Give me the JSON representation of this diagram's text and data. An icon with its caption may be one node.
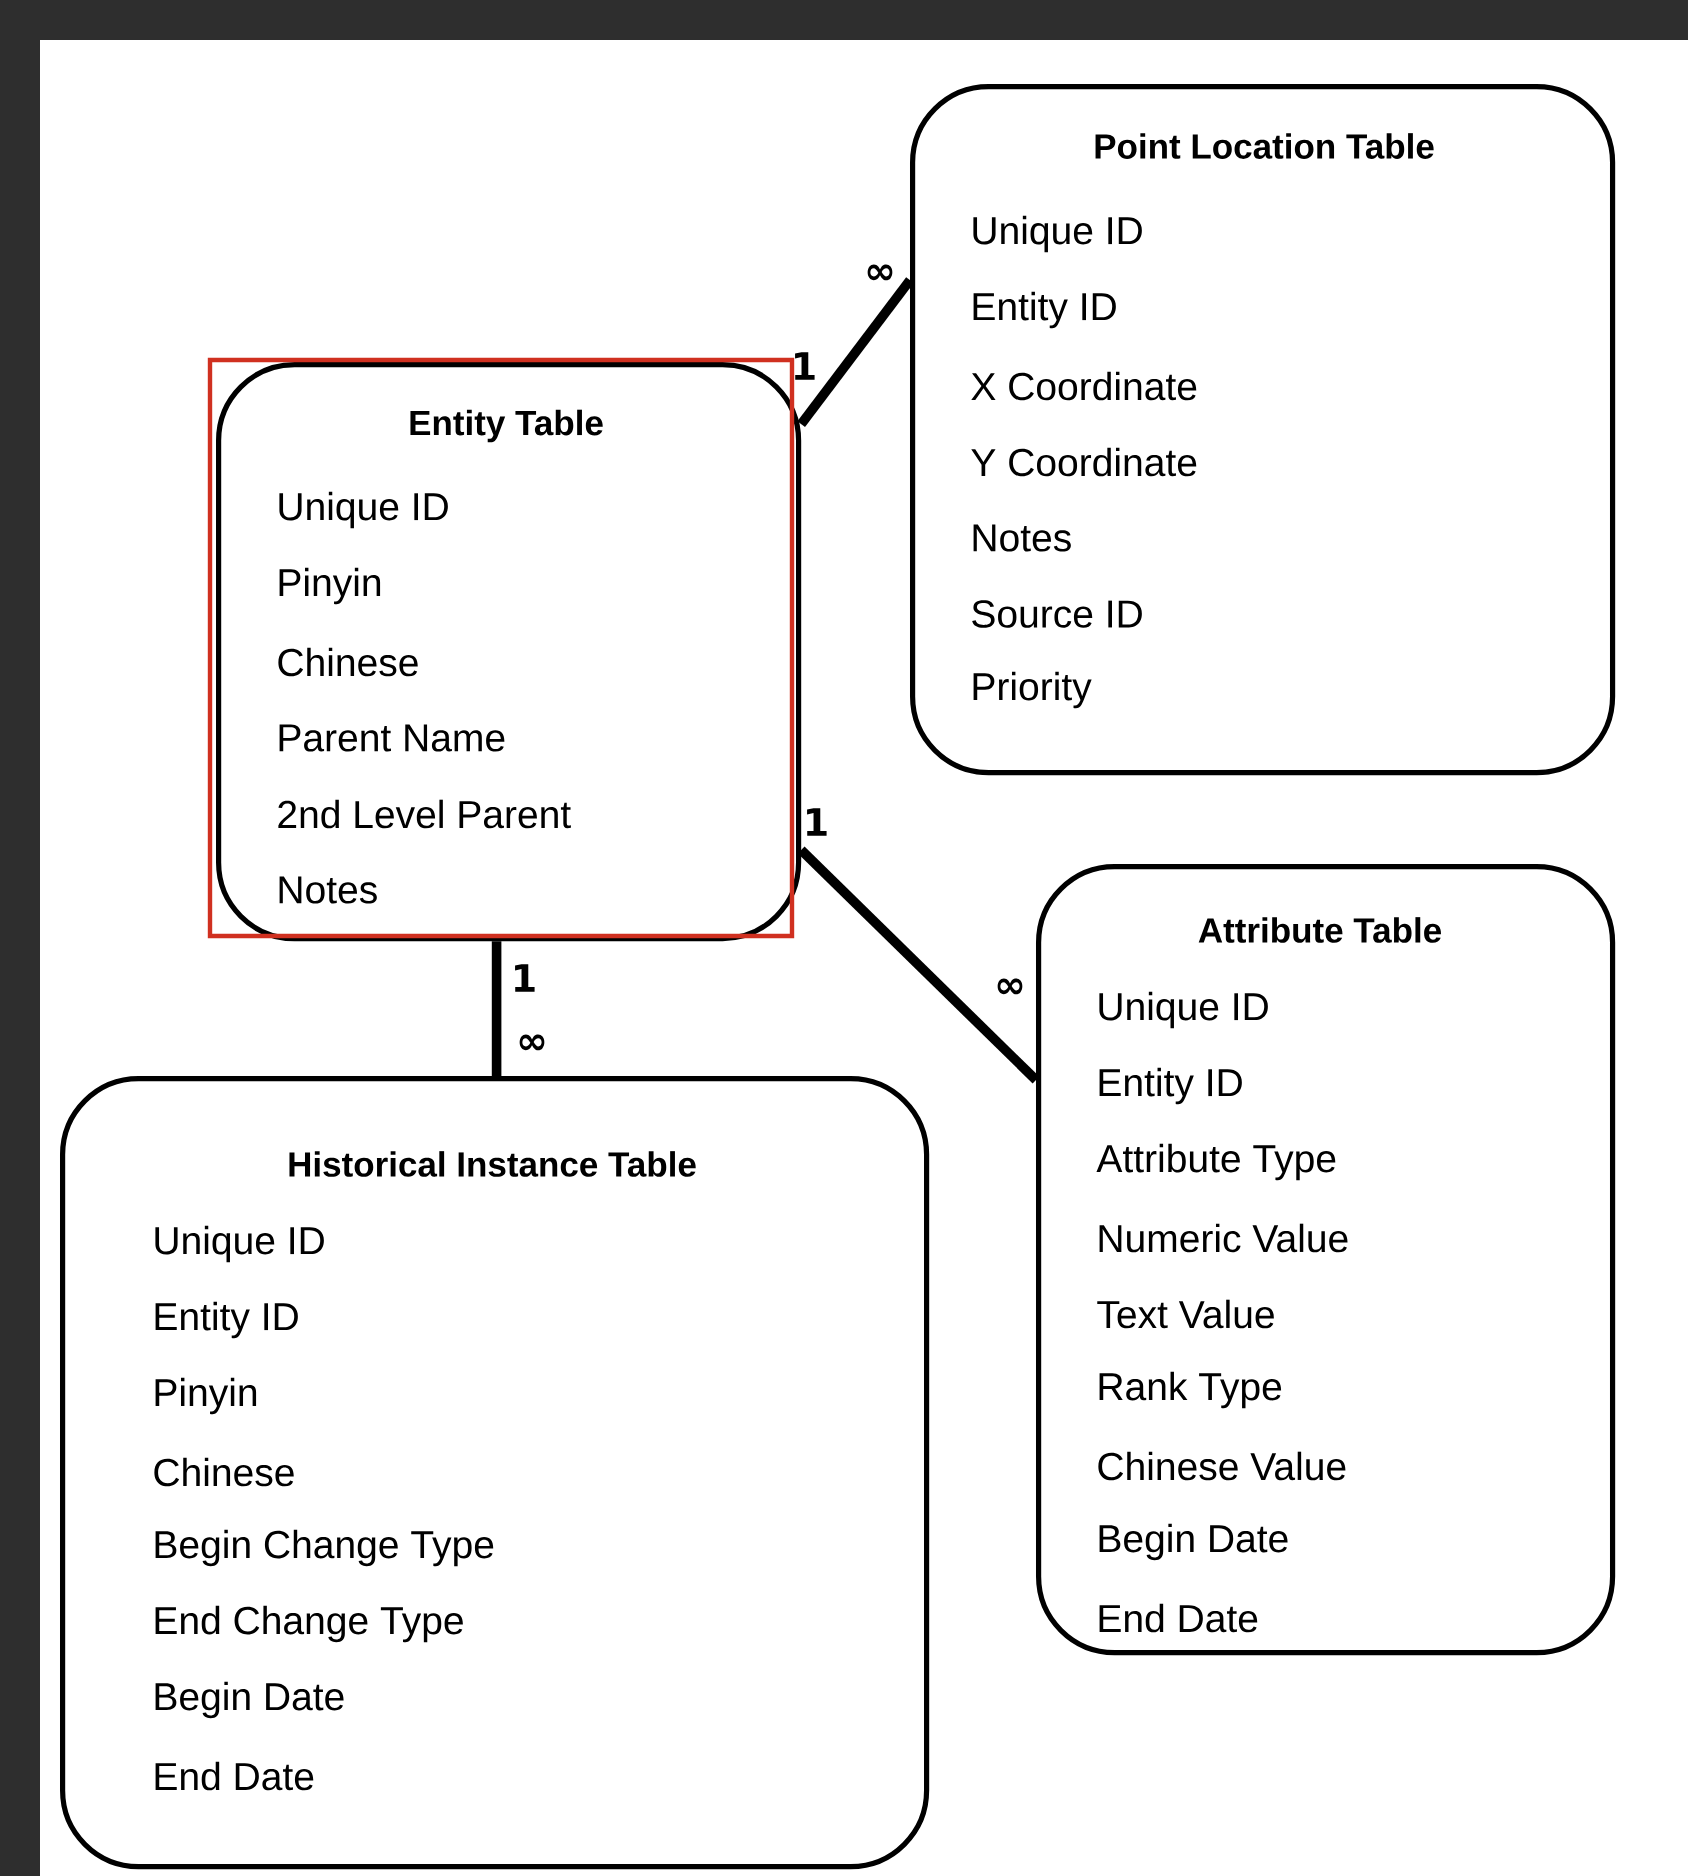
{
  "diagram": {
    "nodes": [
      {
        "text": [
          "Entity Table",
          "Unique ID",
          "Pinyin",
          "Chinese",
          "Parent Name",
          "2nd Level Parent",
          "Notes"
        ]
      },
      {
        "text": [
          "Point Location Table",
          "Unique ID",
          "Entity ID",
          "X Coordinate",
          "Y Coordinate",
          "Notes",
          "Source ID",
          "Priority"
        ]
      },
      {
        "text": [
          "Attribute Table",
          "Unique ID",
          "Entity ID",
          "Attribute Type",
          "Numeric Value",
          "Text Value",
          "Rank Type",
          "Chinese Value",
          "Begin Date",
          "End Date"
        ]
      },
      {
        "text": [
          "Historical Instance Table",
          "Unique ID",
          "Entity ID",
          "Pinyin",
          "Chinese",
          "Begin Change Type",
          "End Change Type",
          "Begin Date",
          "End Date"
        ]
      }
    ],
    "edges": [
      {
        "from": 0,
        "to": 1,
        "arrow": "none"
      },
      {
        "from": 0,
        "to": 2,
        "arrow": "none"
      },
      {
        "from": 0,
        "to": 3,
        "arrow": "none"
      }
    ],
    "labels": [
      "∞",
      "1",
      "1",
      "∞",
      "1",
      "∞"
    ]
  }
}
